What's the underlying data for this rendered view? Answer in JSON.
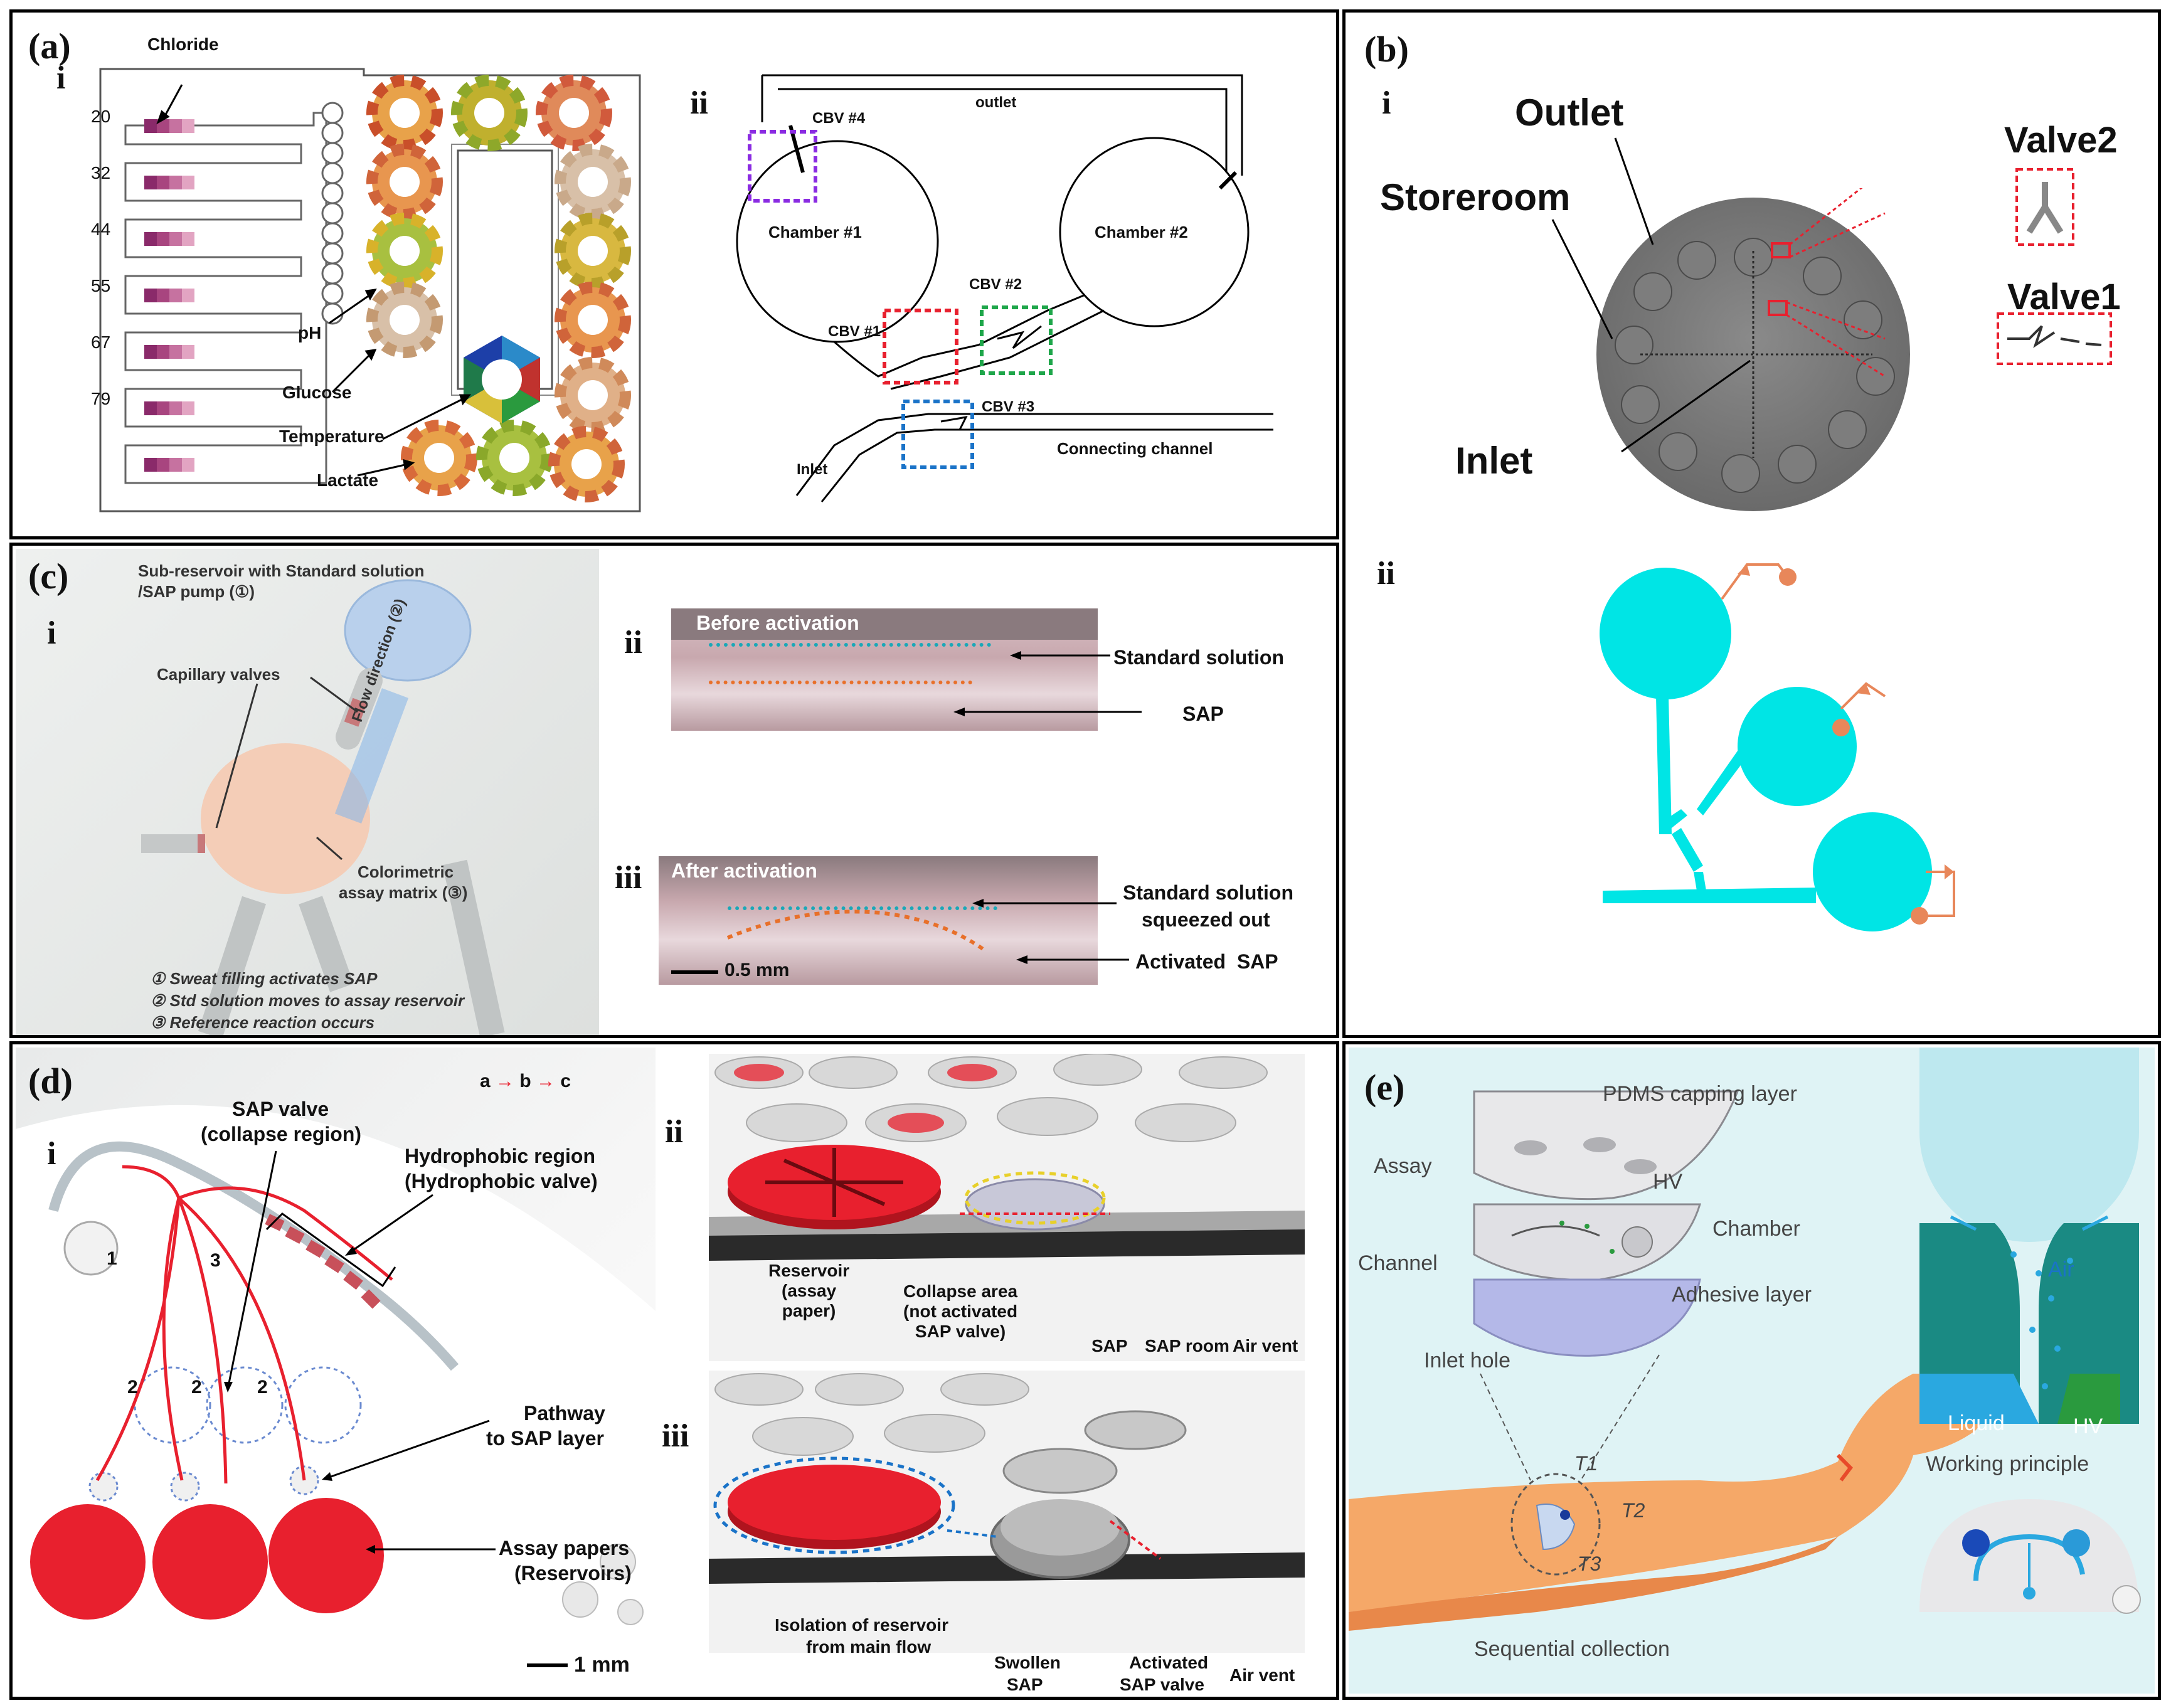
{
  "panel_a": {
    "label": "(a)",
    "sub_i": "i",
    "sub_ii": "ii",
    "chloride": "Chloride",
    "chloride_numbers": [
      "20",
      "32",
      "44",
      "55",
      "67",
      "79"
    ],
    "ph": "pH",
    "glucose": "Glucose",
    "temperature": "Temperature",
    "lactate": "Lactate",
    "cbv4": "CBV #4",
    "outlet": "outlet",
    "chamber1": "Chamber #1",
    "chamber2": "Chamber #2",
    "cbv2": "CBV #2",
    "cbv1": "CBV #1",
    "cbv3": "CBV #3",
    "inlet": "Inlet",
    "connecting_channel": "Connecting channel"
  },
  "panel_b": {
    "label": "(b)",
    "sub_i": "i",
    "sub_ii": "ii",
    "outlet": "Outlet",
    "storeroom": "Storeroom",
    "inlet": "Inlet",
    "valve2": "Valve2",
    "valve1": "Valve1"
  },
  "panel_c": {
    "label": "(c)",
    "sub_i": "i",
    "sub_ii": "ii",
    "sub_iii": "iii",
    "sub_reservoir_line1": "Sub-reservoir with Standard solution",
    "sub_reservoir_line2": "/SAP pump (①)",
    "capillary_valves": "Capillary valves",
    "flow_direction": "Flow direction (②)",
    "colorimetric_line1": "Colorimetric",
    "colorimetric_line2": "assay matrix (③)",
    "legend1": "① Sweat filling activates SAP",
    "legend2": "② Std solution moves to assay reservoir",
    "legend3": "③ Reference reaction occurs",
    "before_activation": "Before activation",
    "standard_solution": "Standard solution",
    "sap": "SAP",
    "after_activation": "After activation",
    "std_squeezed_line1": "Standard solution",
    "std_squeezed_line2": "squeezed out",
    "activated_sap": "Activated  SAP",
    "scale": "0.5 mm"
  },
  "panel_d": {
    "label": "(d)",
    "sub_i": "i",
    "sub_ii": "ii",
    "sub_iii": "iii",
    "sequence": [
      "a",
      "b",
      "c"
    ],
    "sap_valve_line1": "SAP valve",
    "sap_valve_line2": "(collapse region)",
    "hydrophobic_line1": "Hydrophobic region",
    "hydrophobic_line2": "(Hydrophobic valve)",
    "num1": "1",
    "num3": "3",
    "num2": "2",
    "pathway_line1": "Pathway",
    "pathway_line2": "to SAP layer",
    "assay_line1": "Assay papers",
    "assay_line2": "(Reservoirs)",
    "scale": "1 mm",
    "reservoir_lines": [
      "Reservoir",
      "(assay",
      "paper)"
    ],
    "collapse_lines": [
      "Collapse area",
      "(not activated",
      "SAP valve)"
    ],
    "sap": "SAP",
    "sap_room": "SAP room",
    "air_vent": "Air vent",
    "isolation_line1": "Isolation of reservoir",
    "isolation_line2": "from main flow",
    "swollen_line1": "Swollen",
    "swollen_line2": "SAP",
    "activated_line1": "Activated",
    "activated_line2": "SAP valve",
    "air_vent2": "Air vent"
  },
  "panel_e": {
    "label": "(e)",
    "pdms": "PDMS capping layer",
    "assay": "Assay",
    "hv": "HV",
    "chamber": "Chamber",
    "channel": "Channel",
    "adhesive": "Adhesive layer",
    "inlet_hole": "Inlet hole",
    "t1": "T1",
    "t2": "T2",
    "t3": "T3",
    "sequential": "Sequential collection",
    "air": "Air",
    "liquid": "Liquid",
    "hv2": "HV",
    "working": "Working principle"
  },
  "colors": {
    "cyan": "#00e5e5",
    "salmon": "#e8875a",
    "red": "#e8202e",
    "blue_dotted": "#1a73c8",
    "purple_dotted": "#8a2be2",
    "green_dotted": "#1ea64a",
    "skin": "#f5a868",
    "teal": "#1a8a83"
  }
}
